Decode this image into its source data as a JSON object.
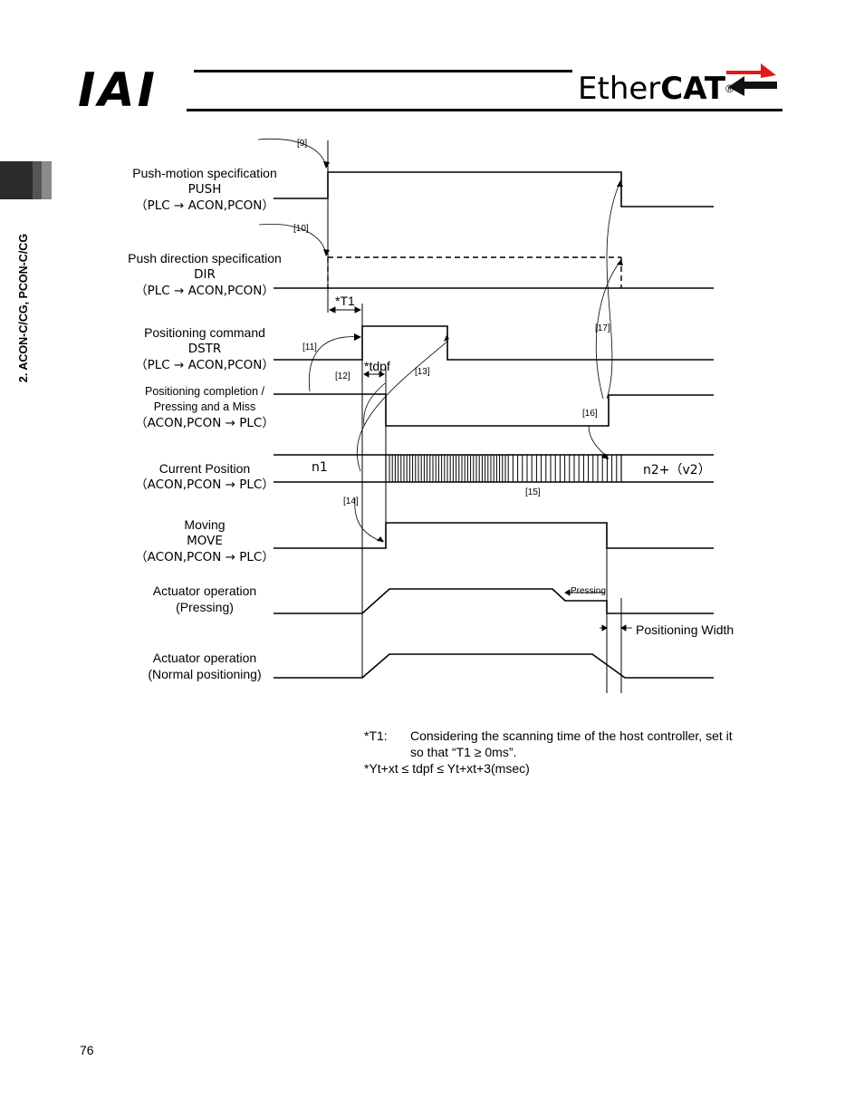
{
  "header": {
    "logo_iai": "IAI",
    "logo_ethercat_light": "Ether",
    "logo_ethercat_bold": "CAT",
    "logo_ethercat_reg": "®"
  },
  "side_tab": {
    "chapter": "2. ACON-C/CG, PCON-C/CG"
  },
  "signals": {
    "push": {
      "name": "Push-motion specification",
      "code": "PUSH",
      "dir": "（PLC → ACON,PCON）"
    },
    "dir": {
      "name": "Push direction specification",
      "code": "DIR",
      "dir": "（PLC → ACON,PCON）"
    },
    "dstr": {
      "name": "Positioning command",
      "code": "DSTR",
      "dir": "（PLC → ACON,PCON）"
    },
    "pend": {
      "name_line1": "Positioning completion /",
      "name_line2": "Pressing and a Miss",
      "dir": "（ACON,PCON → PLC）"
    },
    "pos": {
      "name": "Current Position",
      "dir": "（ACON,PCON → PLC）",
      "value_start": "n1",
      "value_end": "n2+（v2）"
    },
    "move": {
      "name": "Moving",
      "code": "MOVE",
      "dir": "（ACON,PCON → PLC）"
    },
    "act_press": {
      "name_line1": "Actuator operation",
      "name_line2": "(Pressing)",
      "pressing_label": "Pressing"
    },
    "act_norm": {
      "name_line1": "Actuator operation",
      "name_line2": "(Normal positioning)"
    }
  },
  "refs": [
    "[9]",
    "[10]",
    "[11]",
    "[12]",
    "[13]",
    "[14]",
    "[15]",
    "[16]",
    "[17]"
  ],
  "timing_labels": {
    "t1": "*T1",
    "tdpf": "*tdpf",
    "positioning_width": "Positioning Width"
  },
  "notes": {
    "t1_key": "*T1:",
    "t1_text_line1": "Considering the scanning time of the host controller, set it",
    "t1_text_line2": "so that “T1 ≥ 0ms”.",
    "tdpf": "*Yt+xt ≤ tdpf ≤ Yt+xt+3(msec)"
  },
  "page_number": "76"
}
